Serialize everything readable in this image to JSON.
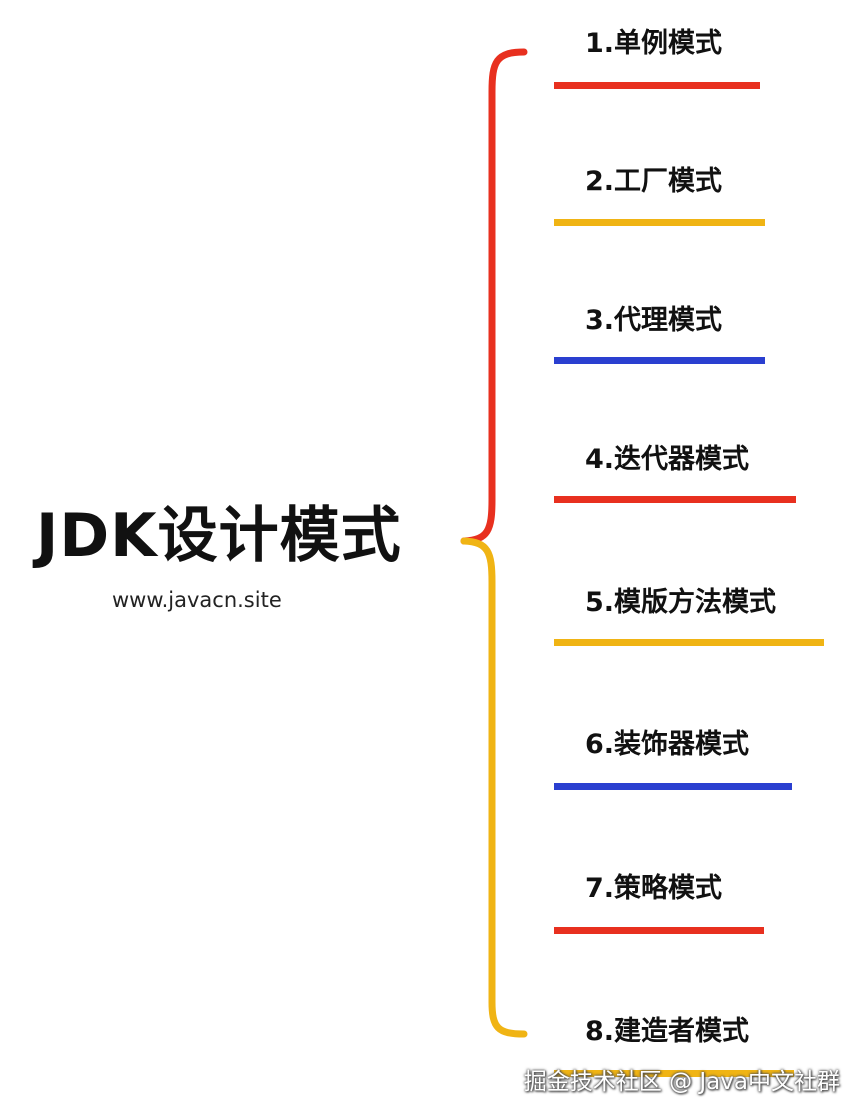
{
  "title": "JDK设计模式",
  "subtitle": "www.javacn.site",
  "items": [
    {
      "label": "1.单例模式",
      "color": "#e8301f"
    },
    {
      "label": "2.工厂模式",
      "color": "#f0b414"
    },
    {
      "label": "3.代理模式",
      "color": "#2a3fd0"
    },
    {
      "label": "4.迭代器模式",
      "color": "#e8301f"
    },
    {
      "label": "5.模版方法模式",
      "color": "#f0b414"
    },
    {
      "label": "6.装饰器模式",
      "color": "#2a3fd0"
    },
    {
      "label": "7.策略模式",
      "color": "#e8301f"
    },
    {
      "label": "8.建造者模式",
      "color": "#f0b414"
    }
  ],
  "brace_colors": {
    "upper": "#e8301f",
    "lower": "#f0b414"
  },
  "watermark": "掘金技术社区 @ Java中文社群"
}
